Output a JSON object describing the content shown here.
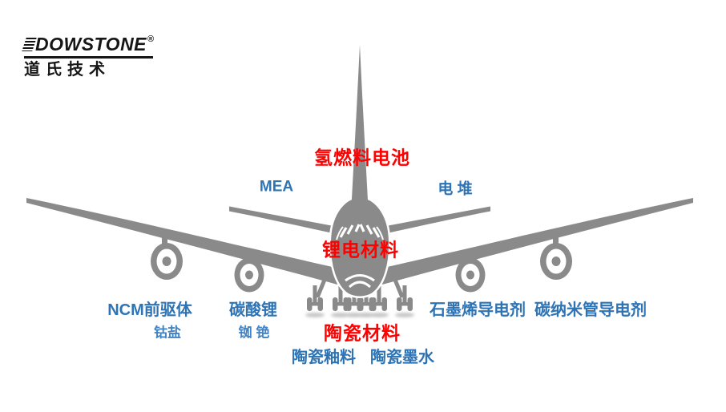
{
  "logo": {
    "brand": "DOWSTONE",
    "registered_mark": "®",
    "company_cn": "道氏技术"
  },
  "colors": {
    "airplane_gray": "#8A8A8A",
    "label_red": "#FE0000",
    "label_blue": "#2E74B5",
    "label_blue_light": "#4083C6"
  },
  "sections": {
    "hydrogen_fuel_cell": {
      "title": "氢燃料电池",
      "mea": "MEA",
      "stack": "电 堆"
    },
    "lithium_battery": {
      "title": "锂电材料",
      "ncm_precursor": "NCM前驱体",
      "lithium_carbonate": "碳酸锂",
      "cobalt_salt": "钴盐",
      "rubidium_cesium": "铷 铯",
      "graphene_agent": "石墨烯导电剂",
      "cnt_agent": "碳纳米管导电剂"
    },
    "ceramic": {
      "title": "陶瓷材料",
      "glaze": "陶瓷釉料",
      "ink": "陶瓷墨水"
    }
  },
  "airplane": {
    "icon": "four-engine-airliner-front-silhouette"
  }
}
